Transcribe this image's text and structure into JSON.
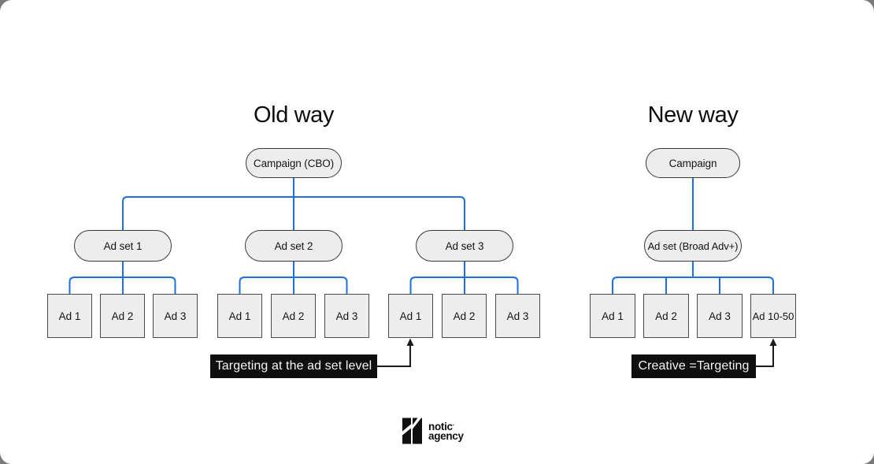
{
  "colors": {
    "connector_blue": "#1e6fe5",
    "node_fill": "#ededed",
    "node_border": "#3a3a3a",
    "callout_bg": "#0f0f0f",
    "callout_text": "#f4f4f4",
    "arrow": "#1a1a1a",
    "card_bg": "#ffffff",
    "page_bg": "#7a7a7a"
  },
  "old_way": {
    "title": "Old way",
    "campaign_label": "Campaign (CBO)",
    "ad_sets": [
      {
        "label": "Ad set 1",
        "ads": [
          "Ad 1",
          "Ad 2",
          "Ad 3"
        ]
      },
      {
        "label": "Ad set 2",
        "ads": [
          "Ad 1",
          "Ad 2",
          "Ad 3"
        ]
      },
      {
        "label": "Ad set 3",
        "ads": [
          "Ad 1",
          "Ad 2",
          "Ad 3"
        ]
      }
    ],
    "callout_label": "Targeting at the ad set level"
  },
  "new_way": {
    "title": "New way",
    "campaign_label": "Campaign",
    "ad_set_label": "Ad set (Broad Adv+)",
    "ads": [
      "Ad 1",
      "Ad 2",
      "Ad 3",
      "Ad 10-50"
    ],
    "callout_label": "Creative =Targeting"
  },
  "logo": {
    "line1": "notic",
    "sup": "·",
    "line2": "agency"
  }
}
